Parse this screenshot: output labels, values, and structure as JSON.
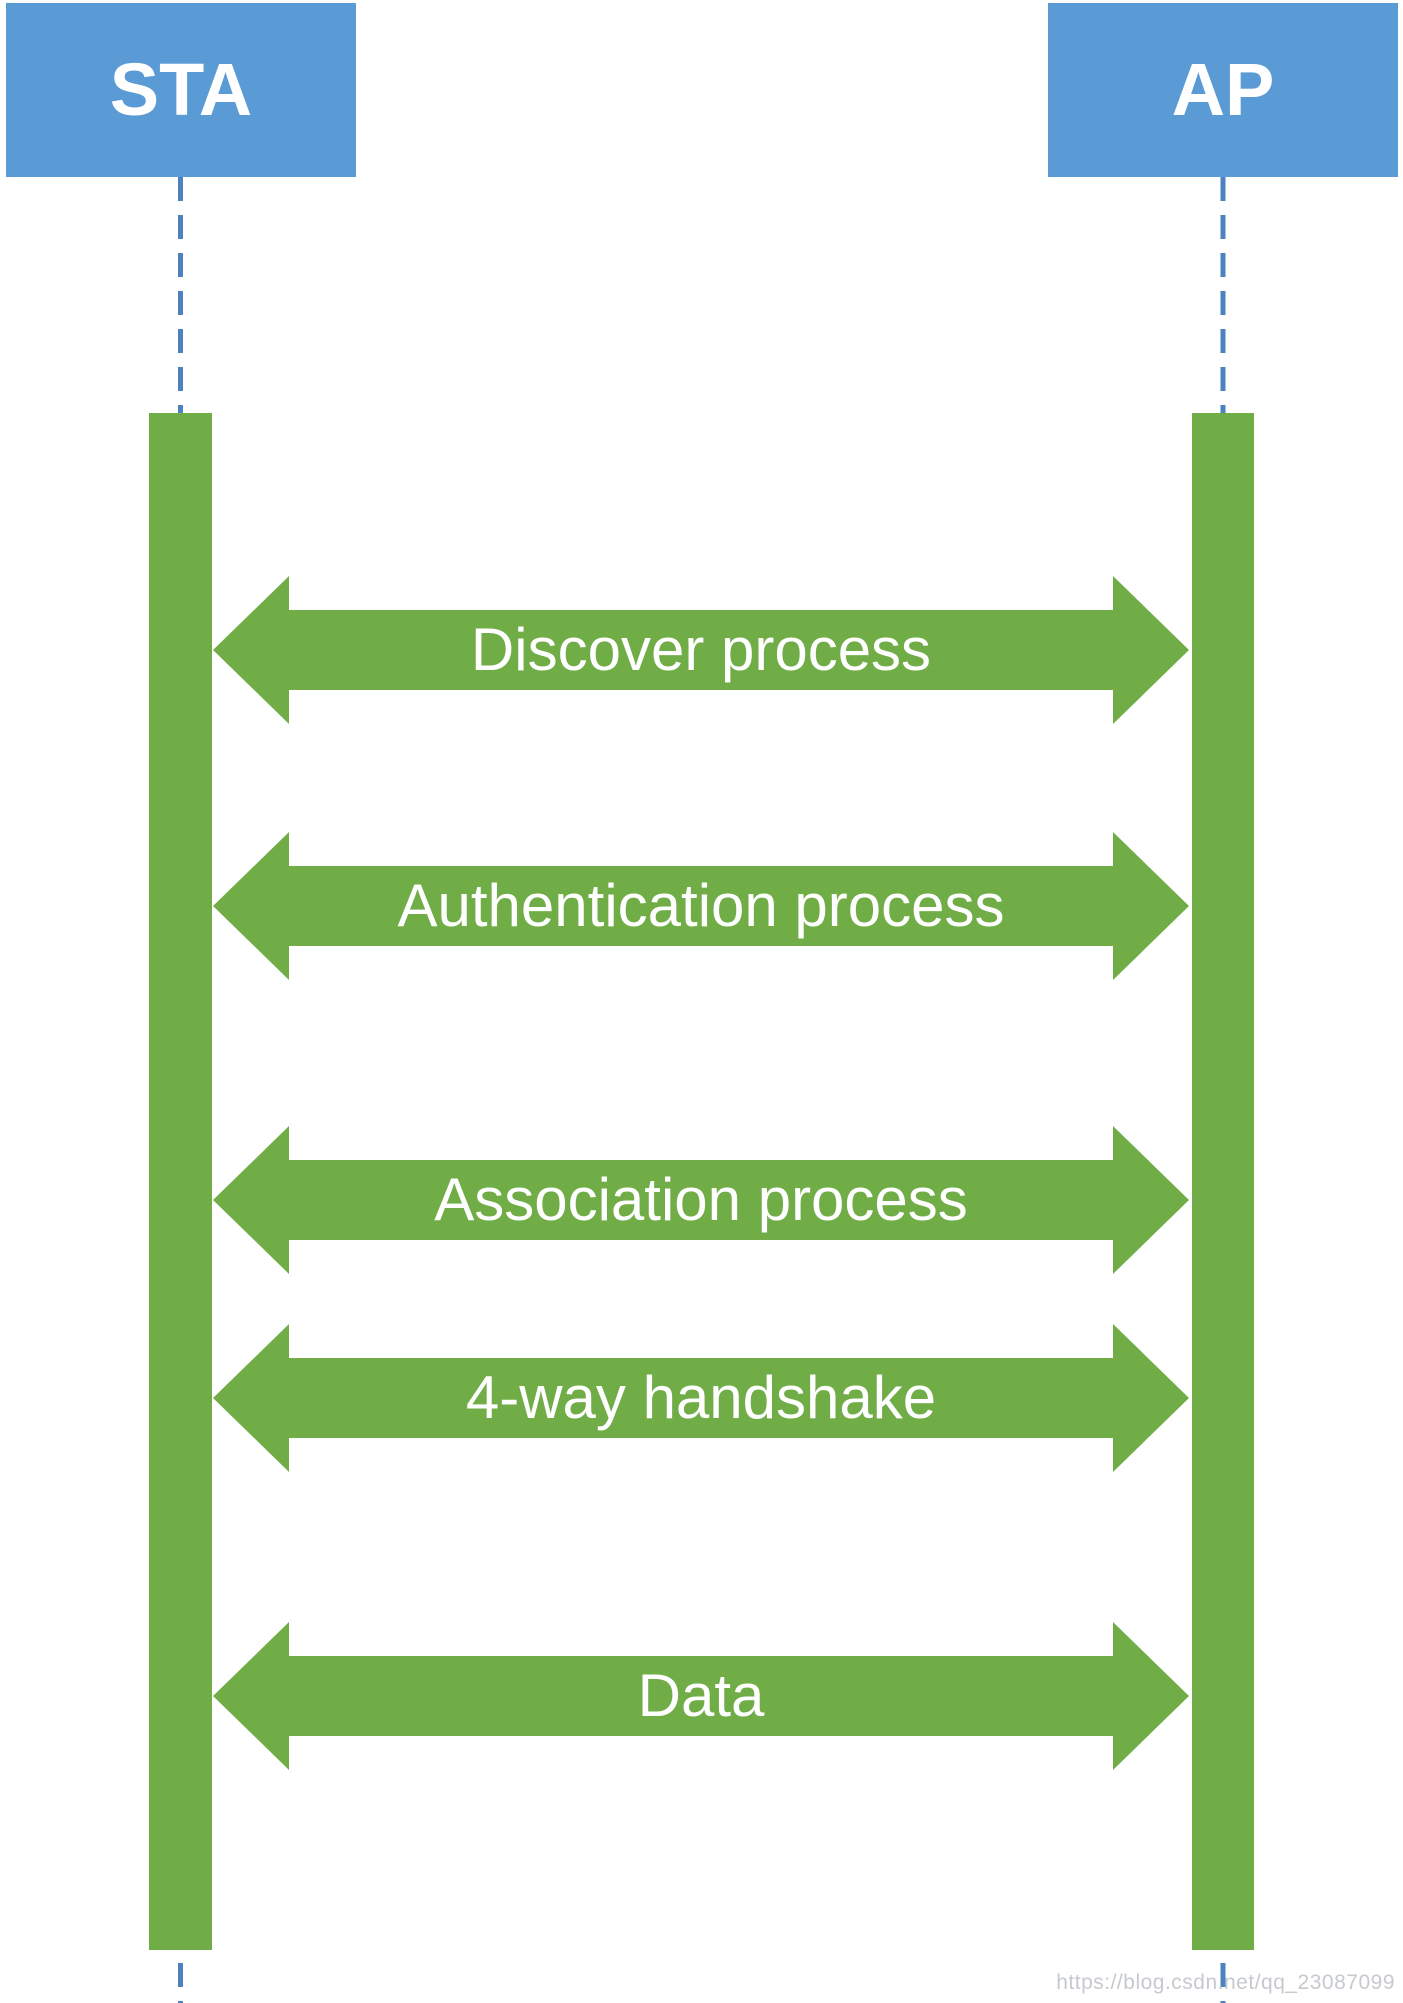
{
  "diagram": {
    "type": "sequence-diagram",
    "actors": [
      {
        "id": "sta",
        "label": "STA"
      },
      {
        "id": "ap",
        "label": "AP"
      }
    ],
    "messages": [
      {
        "index": 1,
        "label": "Discover process",
        "from": "STA",
        "to": "AP",
        "direction": "bidirectional"
      },
      {
        "index": 2,
        "label": "Authentication process",
        "from": "STA",
        "to": "AP",
        "direction": "bidirectional"
      },
      {
        "index": 3,
        "label": "Association process",
        "from": "STA",
        "to": "AP",
        "direction": "bidirectional"
      },
      {
        "index": 4,
        "label": "4-way handshake",
        "from": "STA",
        "to": "AP",
        "direction": "bidirectional"
      },
      {
        "index": 5,
        "label": "Data",
        "from": "STA",
        "to": "AP",
        "direction": "bidirectional"
      }
    ],
    "watermark": "https://blog.csdn.net/qq_23087099",
    "colors": {
      "actor_fill": "#5B9BD5",
      "actor_text": "#FFFFFF",
      "arrow_fill": "#70AD47",
      "bar_fill": "#70AD47",
      "lifeline_stroke": "#4E81BF",
      "message_text": "#FFFFFF",
      "watermark_text": "#C6C9CE"
    }
  }
}
